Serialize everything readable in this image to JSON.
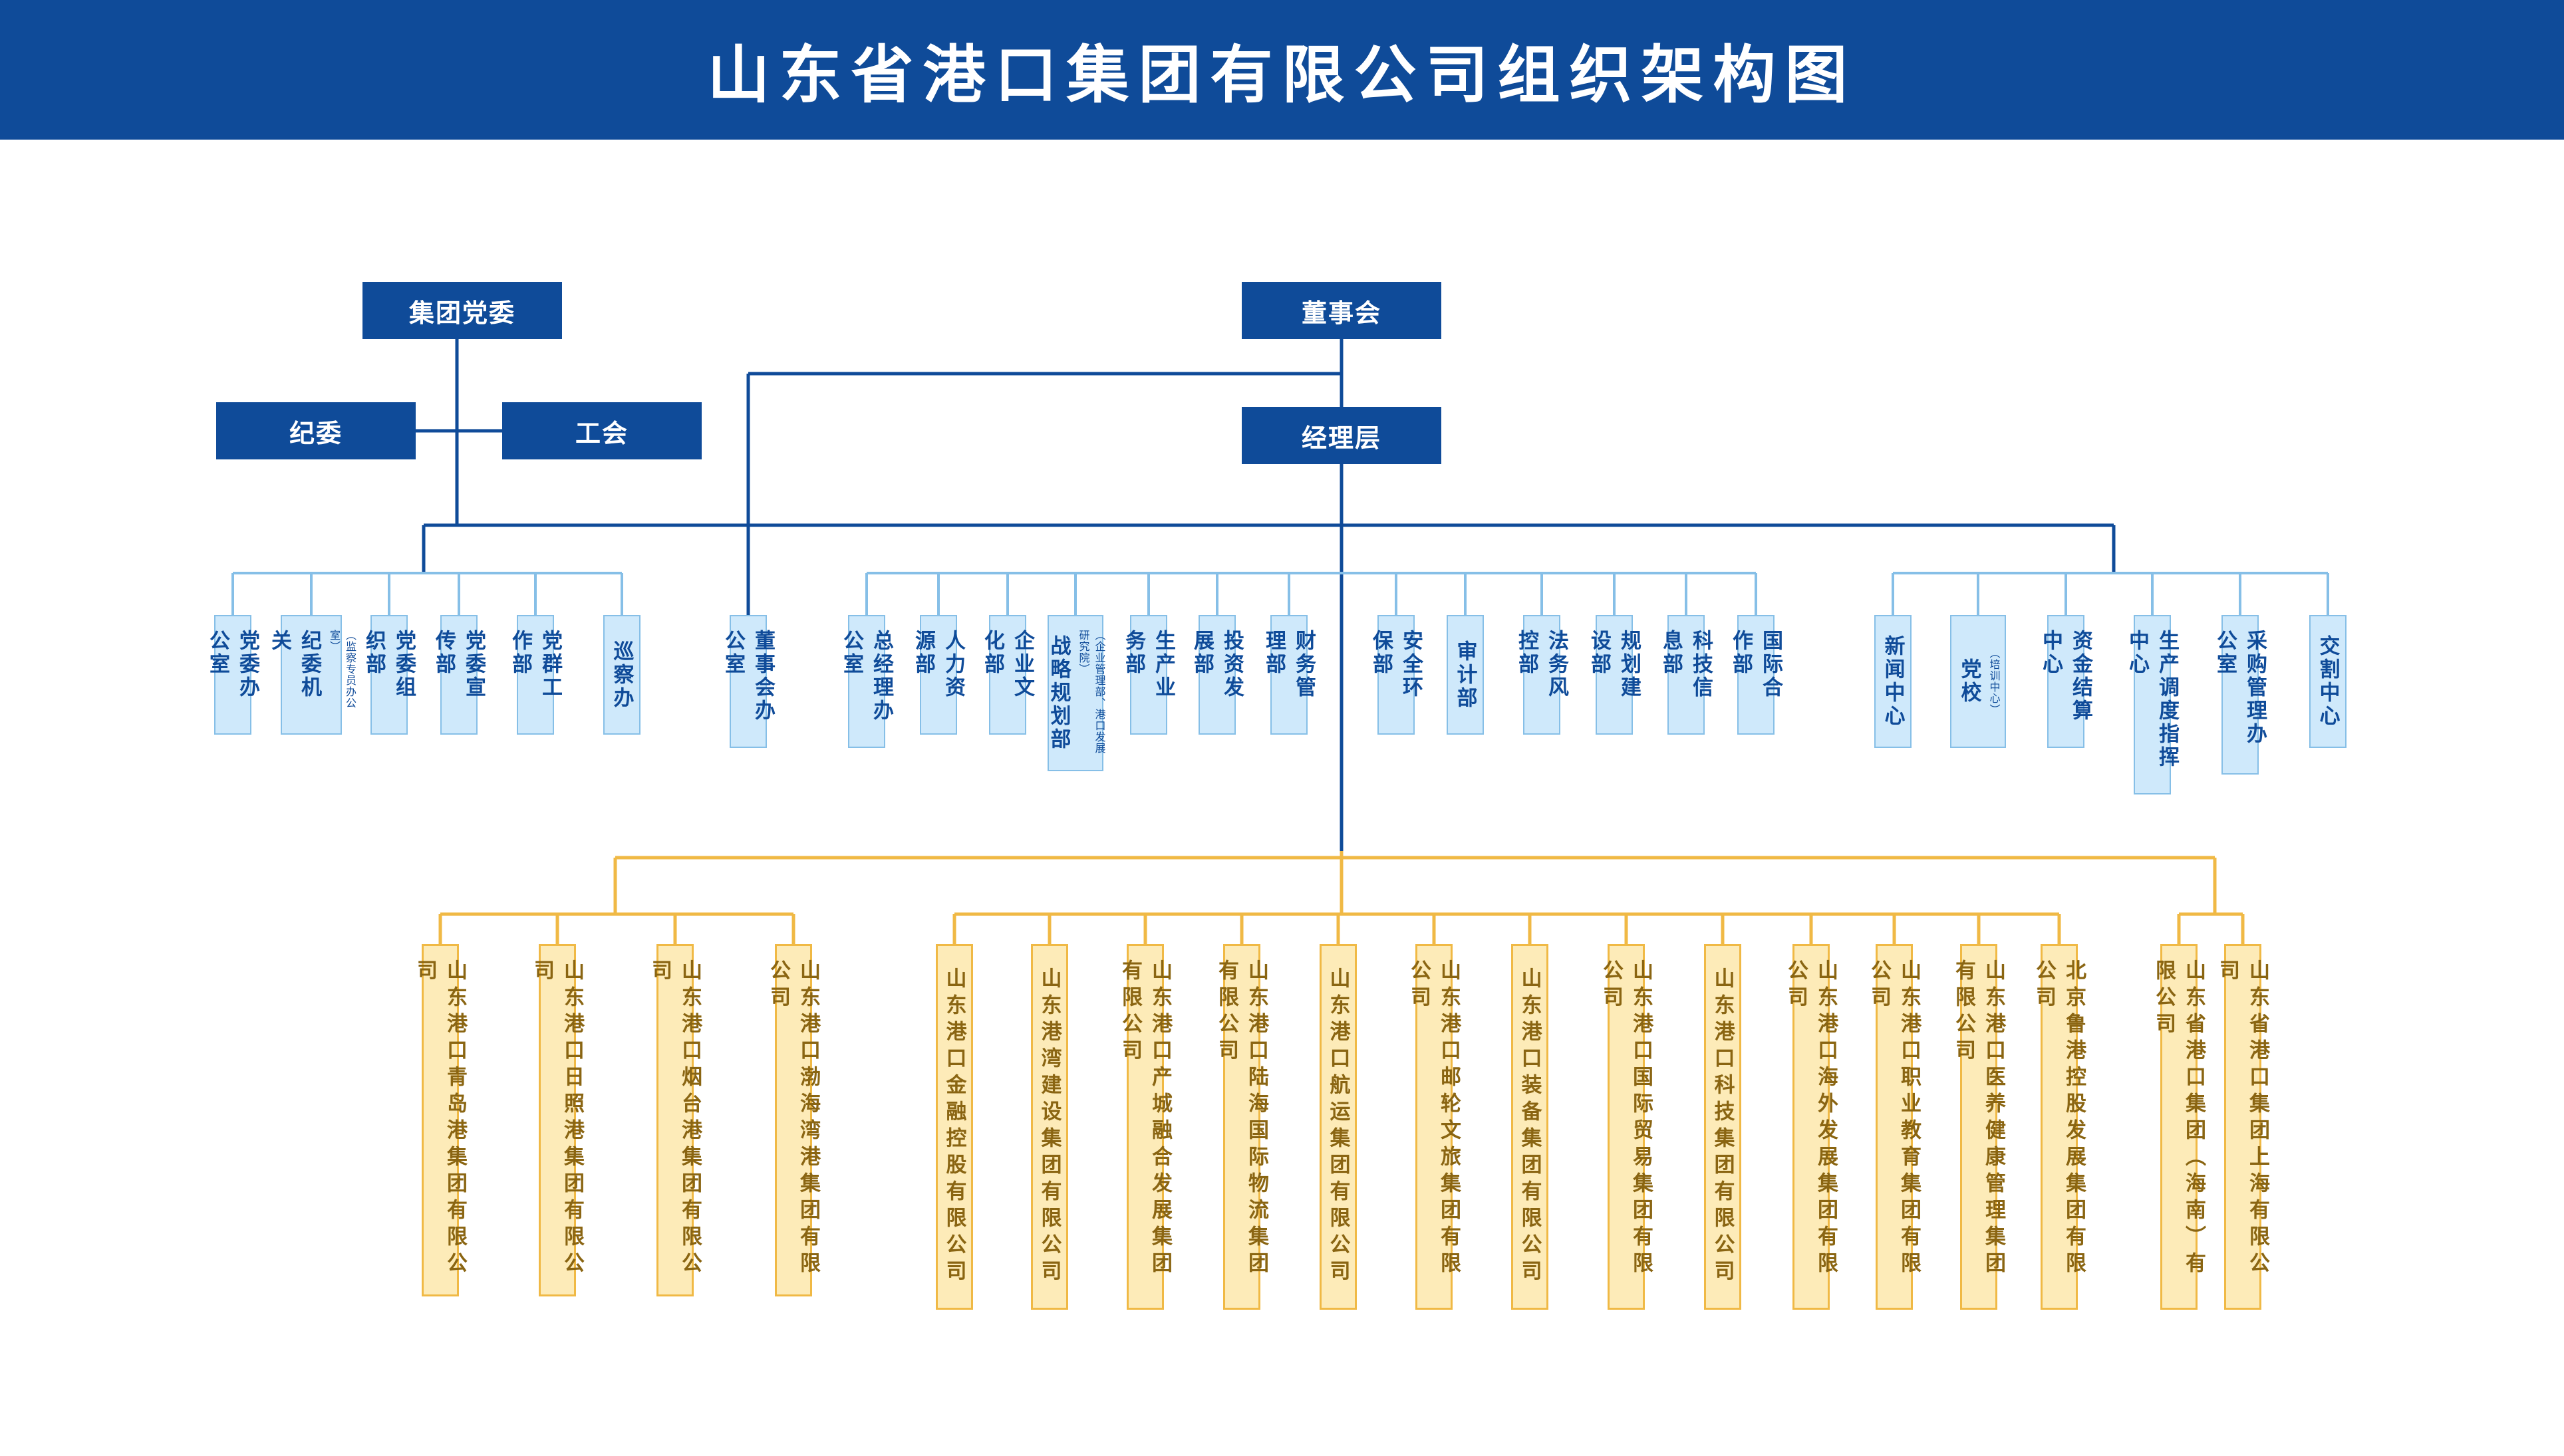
{
  "title": "山东省港口集团有限公司组织架构图",
  "colors": {
    "title_bg": "#0f4b99",
    "top_box_bg": "#0f4b99",
    "department_fill": "#cfe9fb",
    "department_border": "#86bfe7",
    "subsidiary_fill": "#fdebb8",
    "subsidiary_border": "#f0b945"
  },
  "top": {
    "party_committee": "集团党委",
    "discipline_committee": "纪委",
    "trade_union": "工会",
    "board": "董事会",
    "management": "经理层"
  },
  "party_departments": [
    {
      "label": "党委办公室"
    },
    {
      "label": "纪委机关",
      "sub": "（监察专员办公室）"
    },
    {
      "label": "党委组织部"
    },
    {
      "label": "党委宣传部"
    },
    {
      "label": "党群工作部"
    },
    {
      "label": "巡察办"
    }
  ],
  "board_office": {
    "label": "董事会办公室"
  },
  "functional_departments": [
    {
      "label": "总经理办公室"
    },
    {
      "label": "人力资源部"
    },
    {
      "label": "企业文化部"
    },
    {
      "label": "战略规划部",
      "sub": "（企业管理部、港口发展研究院）"
    },
    {
      "label": "生产业务部"
    },
    {
      "label": "投资发展部"
    },
    {
      "label": "财务管理部"
    },
    {
      "label": "安全环保部"
    },
    {
      "label": "审计部"
    },
    {
      "label": "法务风控部"
    },
    {
      "label": "规划建设部"
    },
    {
      "label": "科技信息部"
    },
    {
      "label": "国际合作部"
    }
  ],
  "centers": [
    {
      "label": "新闻中心"
    },
    {
      "label": "党校",
      "sub": "（培训中心）"
    },
    {
      "label": "资金结算中心"
    },
    {
      "label": "生产调度指挥中心"
    },
    {
      "label": "采购管理办公室"
    },
    {
      "label": "交割中心"
    }
  ],
  "port_groups": [
    "山东港口青岛港集团有限公司",
    "山东港口日照港集团有限公司",
    "山东港口烟台港集团有限公司",
    "山东港口渤海湾港集团有限公司"
  ],
  "business_groups": [
    "山东港口金融控股有限公司",
    "山东港湾建设集团有限公司",
    "山东港口产城融合发展集团有限公司",
    "山东港口陆海国际物流集团有限公司",
    "山东港口航运集团有限公司",
    "山东港口邮轮文旅集团有限公司",
    "山东港口装备集团有限公司",
    "山东港口国际贸易集团有限公司",
    "山东港口科技集团有限公司",
    "山东港口海外发展集团有限公司",
    "山东港口职业教育集团有限公司",
    "山东港口医养健康管理集团有限公司",
    "北京鲁港控股发展集团有限公司"
  ],
  "regional_groups": [
    "山东省港口集团（海南）有限公司",
    "山东省港口集团上海有限公司"
  ]
}
